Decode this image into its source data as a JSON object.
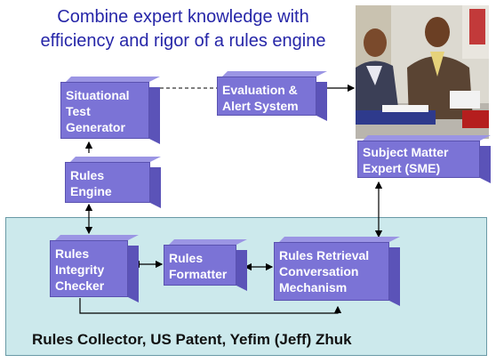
{
  "title": "Combine expert knowledge with\nefficiency and rigor of a rules engine",
  "boxes": {
    "situational": "Situational\nTest\nGenerator",
    "evaluation": "Evaluation &\nAlert System",
    "rules_engine": "Rules\nEngine",
    "sme": "Subject Matter\nExpert (SME)",
    "integrity": "Rules\nIntegrity\nChecker",
    "formatter": "Rules\nFormatter",
    "retrieval": "Rules Retrieval\nConversation\nMechanism"
  },
  "collector_label": "Rules Collector, US Patent, Yefim (Jeff) Zhuk",
  "colors": {
    "box": "#7b73d6",
    "title": "#2626a8",
    "panel": "#cce9ec"
  }
}
